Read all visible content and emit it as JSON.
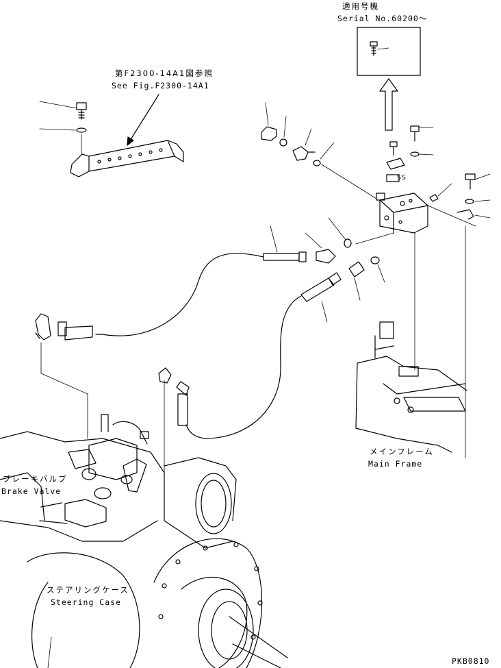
{
  "serial_box": {
    "title_jp": "適用号機",
    "serial_text": "Serial No.60200～"
  },
  "reference": {
    "title_jp": "第F2300-14A1図参照",
    "text_en": "See Fig.F2300-14A1"
  },
  "labels": {
    "main_frame_jp": "メインフレーム",
    "main_frame_en": "Main Frame",
    "brake_valve_jp": "ブレーキバルブ",
    "brake_valve_en": "Brake Valve",
    "steering_case_jp": "ステアリングケース",
    "steering_case_en": "Steering Case",
    "switch_mark": "SS"
  },
  "drawing_code": "PKB0810"
}
